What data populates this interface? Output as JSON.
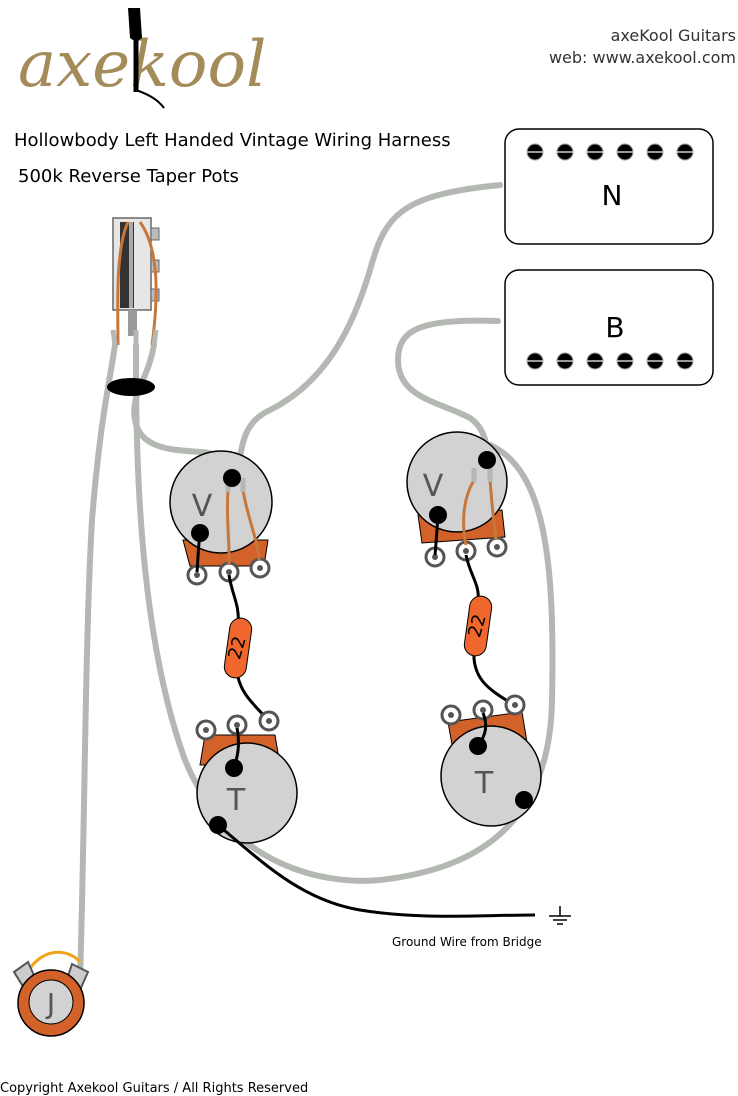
{
  "brand": {
    "logo_text": "axekool",
    "company": "axeKool Guitars",
    "website": "web: www.axekool.com"
  },
  "title": "Hollowbody Left Handed Vintage Wiring Harness",
  "subtitle": "500k Reverse Taper Pots",
  "pickups": {
    "neck_label": "N",
    "bridge_label": "B"
  },
  "pots": {
    "volume_label": "V",
    "tone_label": "T"
  },
  "capacitor_label": "22",
  "jack_label": "J",
  "ground_label": "Ground Wire from Bridge",
  "copyright": "Copyright Axekool Guitars / All Rights Reserved",
  "colors": {
    "cable": "#b4b8b2",
    "wire": "#000000",
    "orange_wire": "#c8773a",
    "yellow_wire": "#f2a31c",
    "cap": "#f0672e",
    "pot_body": "#d2d2d2",
    "lug_plate": "#d2622a",
    "brand_gold": "#a38c5a"
  },
  "icons": {
    "ground": "ground-symbol-icon",
    "guitar": "guitar-headstock-icon"
  }
}
